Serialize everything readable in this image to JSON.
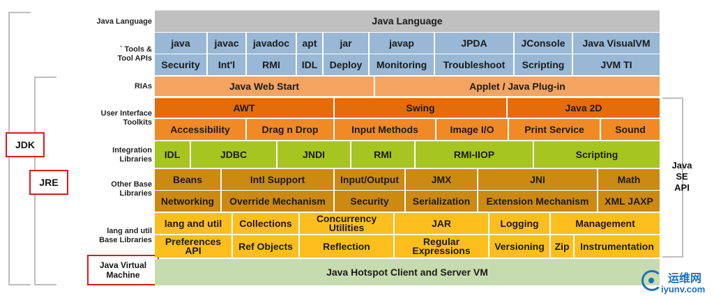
{
  "labels": {
    "jdk": "JDK",
    "jre": "JRE",
    "jvm": "Java Virtual\nMachine",
    "java_se_api": "Java\nSE\nAPI"
  },
  "row_labels": {
    "java_language": "Java Language",
    "tools": "` Tools &\nTool APIs",
    "rias": "RIAs",
    "ui_toolkits": "User Interface\nToolkits",
    "integration": "Integration\nLibraries",
    "other_base": "Other Base\nLibraries",
    "lang_util": "lang and util\nBase Libraries"
  },
  "rows": {
    "java_language": [
      "Java Language"
    ],
    "tools_1": [
      "java",
      "javac",
      "javadoc",
      "apt",
      "jar",
      "javap",
      "JPDA",
      "JConsole",
      "Java VisualVM"
    ],
    "tools_2": [
      "Security",
      "Int'l",
      "RMI",
      "IDL",
      "Deploy",
      "Monitoring",
      "Troubleshoot",
      "Scripting",
      "JVM TI"
    ],
    "rias": [
      "Java Web Start",
      "Applet / Java Plug-in"
    ],
    "ui_1": [
      "AWT",
      "Swing",
      "Java 2D"
    ],
    "ui_2": [
      "Accessibility",
      "Drag n Drop",
      "Input Methods",
      "Image I/O",
      "Print Service",
      "Sound"
    ],
    "integration": [
      "IDL",
      "JDBC",
      "JNDI",
      "RMI",
      "RMI-IIOP",
      "Scripting"
    ],
    "other_1": [
      "Beans",
      "Intl Support",
      "Input/Output",
      "JMX",
      "JNI",
      "Math"
    ],
    "other_2": [
      "Networking",
      "Override Mechanism",
      "Security",
      "Serialization",
      "Extension Mechanism",
      "XML JAXP"
    ],
    "lang_1": [
      "lang and util",
      "Collections",
      "Concurrency\nUtilities",
      "JAR",
      "Logging",
      "Management"
    ],
    "lang_2": [
      "Preferences\nAPI",
      "Ref Objects",
      "Reflection",
      "Regular\nExpressions",
      "Versioning",
      "Zip",
      "Instrumentation"
    ],
    "jvm": [
      "Java Hotspot Client and Server VM"
    ]
  },
  "colors": {
    "java_language": "#c0c0c0",
    "tools": "#98b8d6",
    "rias": "#f4a460",
    "ui_1": "#e46c0a",
    "ui_2": "#f08a24",
    "integration": "#a7c520",
    "other": "#cc8a12",
    "lang": "#fbbe1c",
    "jvm": "#c7dcae"
  },
  "watermark": {
    "cn": "运维网",
    "en": "iyunv.com"
  }
}
